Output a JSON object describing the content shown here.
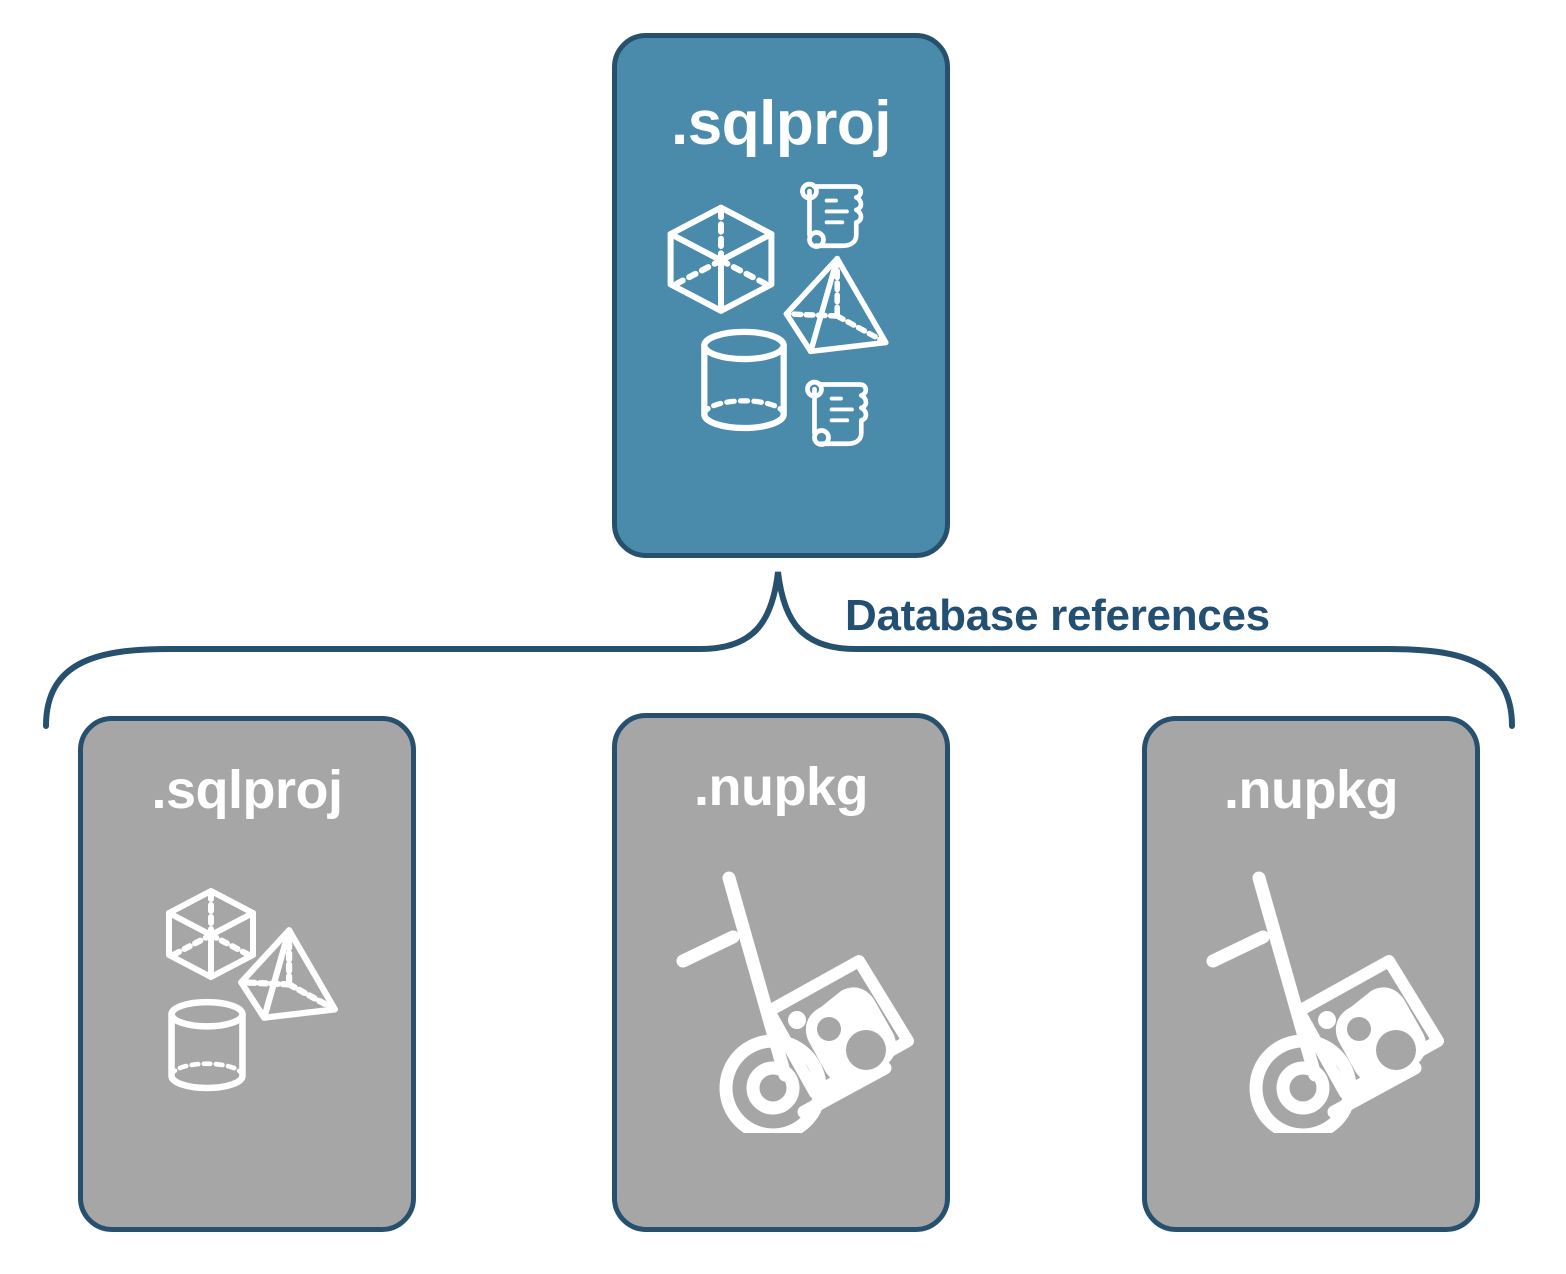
{
  "diagram": {
    "title": "Database references diagram",
    "colors": {
      "primary_fill": "#4A8BAC",
      "secondary_fill": "#A6A6A6",
      "border": "#26506E",
      "label_text": "#235072",
      "icon": "#FFFFFF",
      "background": "#FFFFFF"
    },
    "edge": {
      "label": "Database references"
    },
    "root": {
      "title": ".sqlproj",
      "kind": "sqlproj",
      "icons": [
        "cube-icon",
        "scroll-icon",
        "pyramid-icon",
        "cylinder-icon",
        "scroll-icon"
      ]
    },
    "children": [
      {
        "title": ".sqlproj",
        "kind": "sqlproj",
        "icons": [
          "cube-icon",
          "pyramid-icon",
          "cylinder-icon"
        ]
      },
      {
        "title": ".nupkg",
        "kind": "nupkg",
        "icons": [
          "hand-truck-icon",
          "package-box-icon"
        ]
      },
      {
        "title": ".nupkg",
        "kind": "nupkg",
        "icons": [
          "hand-truck-icon",
          "package-box-icon"
        ]
      }
    ]
  }
}
